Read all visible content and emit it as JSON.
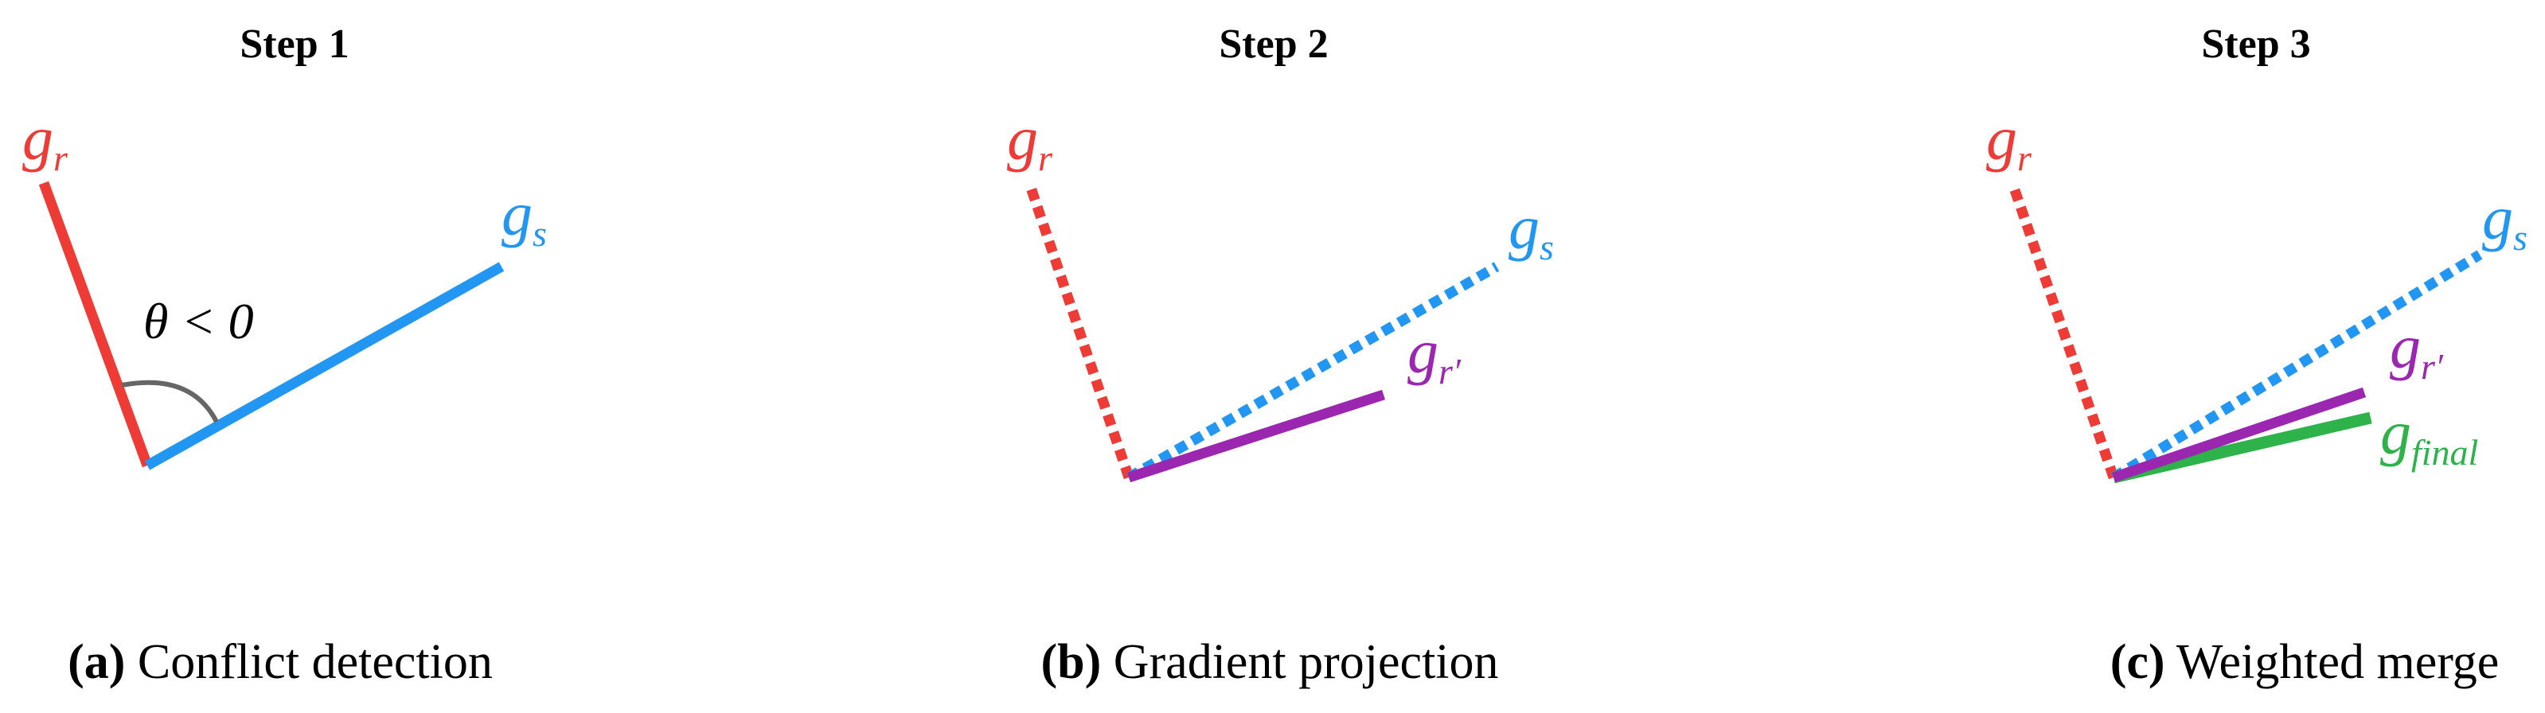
{
  "colors": {
    "g_r": "#ef3b36",
    "g_s": "#2196f3",
    "g_r_prime": "#9b27b0",
    "g_final": "#2db34a",
    "angle_arc": "#666666",
    "text": "#000000"
  },
  "panels": [
    {
      "title": "Step 1",
      "caption_prefix": "(a)",
      "caption_text": "Conflict detection",
      "labels": {
        "g_r": {
          "base": "g",
          "sub": "r"
        },
        "g_s": {
          "base": "g",
          "sub": "s"
        },
        "angle": "θ < 0"
      }
    },
    {
      "title": "Step 2",
      "caption_prefix": "(b)",
      "caption_text": "Gradient projection",
      "labels": {
        "g_r": {
          "base": "g",
          "sub": "r"
        },
        "g_s": {
          "base": "g",
          "sub": "s"
        },
        "g_r_prime": {
          "base": "g",
          "sub": "r′"
        }
      }
    },
    {
      "title": "Step 3",
      "caption_prefix": "(c)",
      "caption_text": "Weighted merge",
      "labels": {
        "g_r": {
          "base": "g",
          "sub": "r"
        },
        "g_s": {
          "base": "g",
          "sub": "s"
        },
        "g_r_prime": {
          "base": "g",
          "sub": "r′"
        },
        "g_final": {
          "base": "g",
          "sub": "final"
        }
      }
    }
  ]
}
